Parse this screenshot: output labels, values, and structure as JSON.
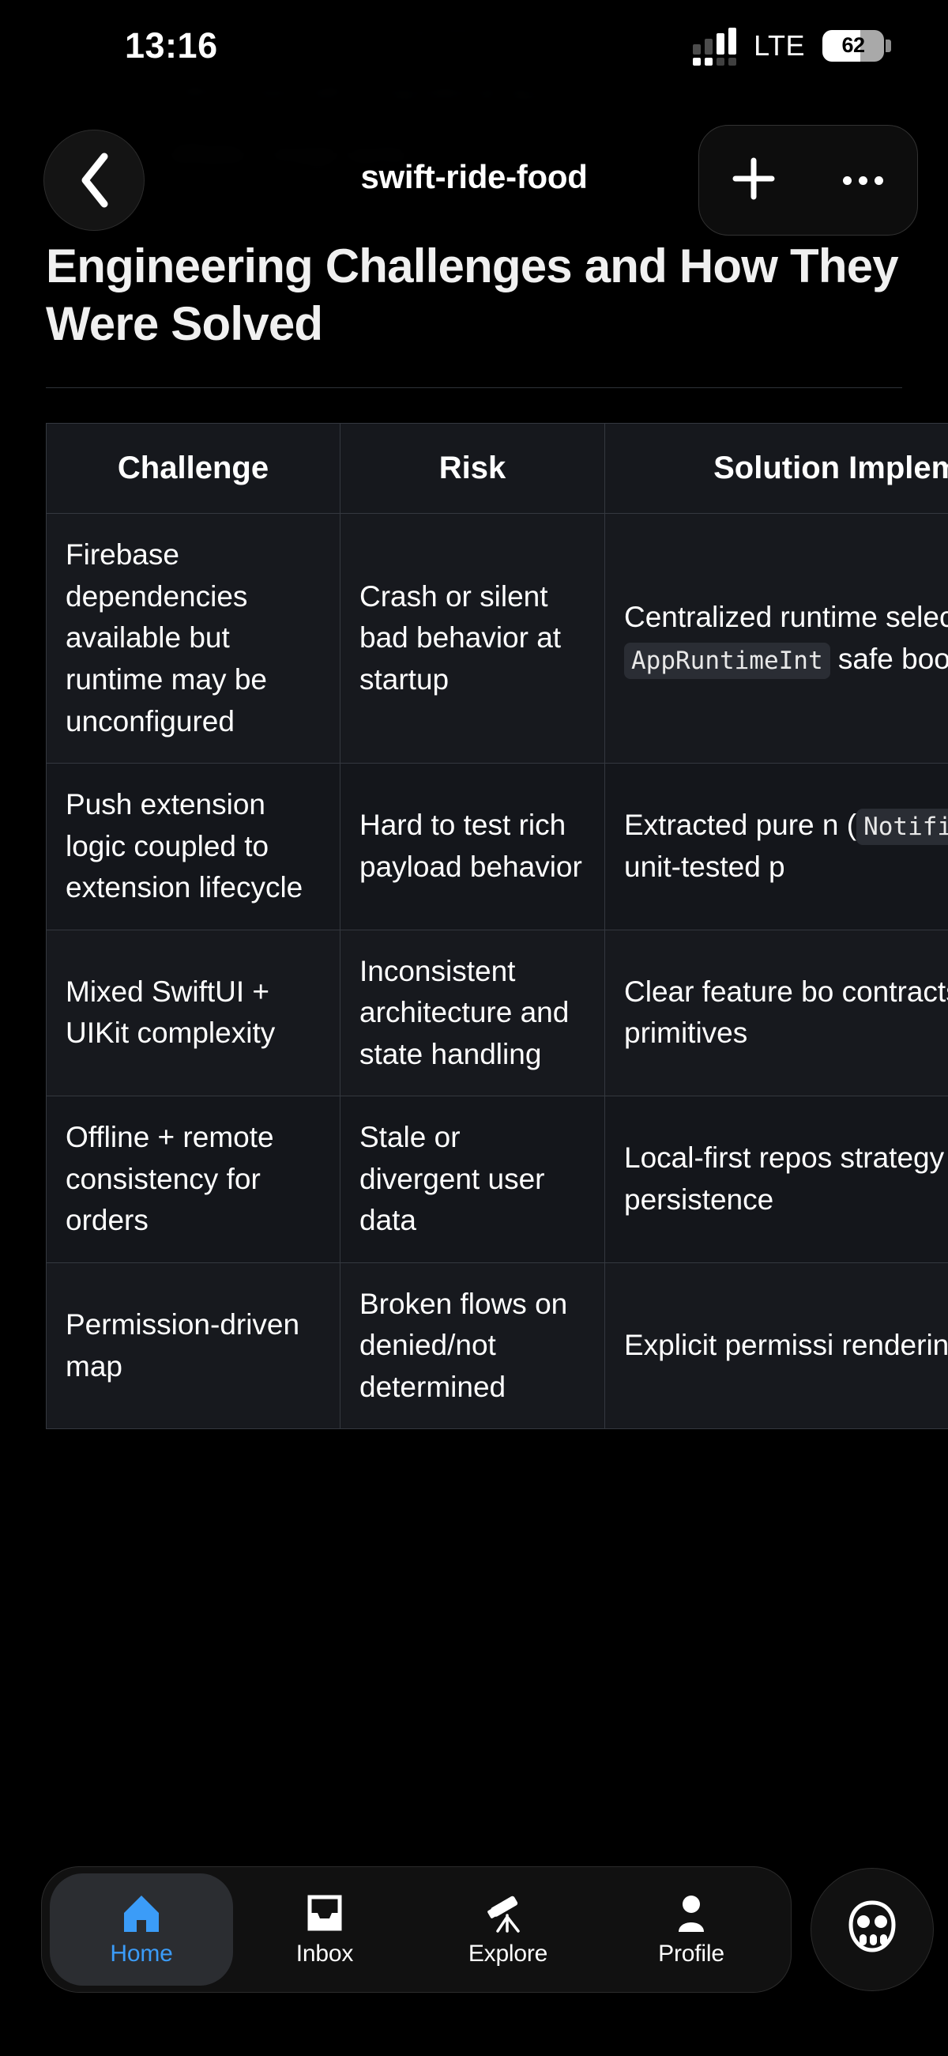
{
  "status_bar": {
    "time": "13:16",
    "network": "LTE",
    "battery_level": "62",
    "signal_icon": "cellular-signal-icon",
    "battery_icon": "battery-icon"
  },
  "header": {
    "title": "swift-ride-food",
    "back_icon": "chevron-left-icon",
    "add_icon": "plus-icon",
    "more_icon": "ellipsis-icon"
  },
  "background_ghost": {
    "lines": [
      "Release/FeatureCatalogUtility advanced",
      "UIKit screen with compositional layout +",
      "diffable + image cache"
    ]
  },
  "content": {
    "heading": "Engineering Challenges and How They Were Solved"
  },
  "table": {
    "columns": [
      "Challenge",
      "Risk",
      "Solution Implemented"
    ],
    "rows": [
      {
        "challenge": "Firebase dependencies available but runtime may be unconfigured",
        "risk": "Crash or silent bad behavior at startup",
        "solution_prefix": "Centralized runtime selection via ",
        "solution_code": "AppRuntimeInt",
        "solution_suffix": " safe bootstrap c"
      },
      {
        "challenge": "Push extension logic coupled to extension lifecycle",
        "risk": "Hard to test rich payload behavior",
        "solution_prefix": "Extracted pure n (",
        "solution_code": "NotificationC",
        "solution_suffix": ") and unit-tested p"
      },
      {
        "challenge": "Mixed SwiftUI + UIKit complexity",
        "risk": "Inconsistent architecture and state handling",
        "solution_prefix": "Clear feature bo contracts + shar primitives",
        "solution_code": "",
        "solution_suffix": ""
      },
      {
        "challenge": "Offline + remote consistency for orders",
        "risk": "Stale or divergent user data",
        "solution_prefix": "Local-first repos strategy and Co persistence",
        "solution_code": "",
        "solution_suffix": ""
      },
      {
        "challenge": "Permission-driven map",
        "risk": "Broken flows on denied/not determined",
        "solution_prefix": "Explicit permissi rendering with re",
        "solution_code": "",
        "solution_suffix": ""
      }
    ]
  },
  "bottom_nav": {
    "tabs": [
      {
        "label": "Home",
        "icon": "home-icon",
        "active": true
      },
      {
        "label": "Inbox",
        "icon": "inbox-icon",
        "active": false
      },
      {
        "label": "Explore",
        "icon": "telescope-icon",
        "active": false
      },
      {
        "label": "Profile",
        "icon": "person-icon",
        "active": false
      }
    ],
    "fab_icon": "people-group-icon"
  },
  "colors": {
    "background": "#000000",
    "surface": "#17191e",
    "header_cell": "#16181d",
    "border": "#34383f",
    "accent": "#3b9cf8",
    "text": "#ffffff",
    "muted": "#9aa0a6"
  }
}
